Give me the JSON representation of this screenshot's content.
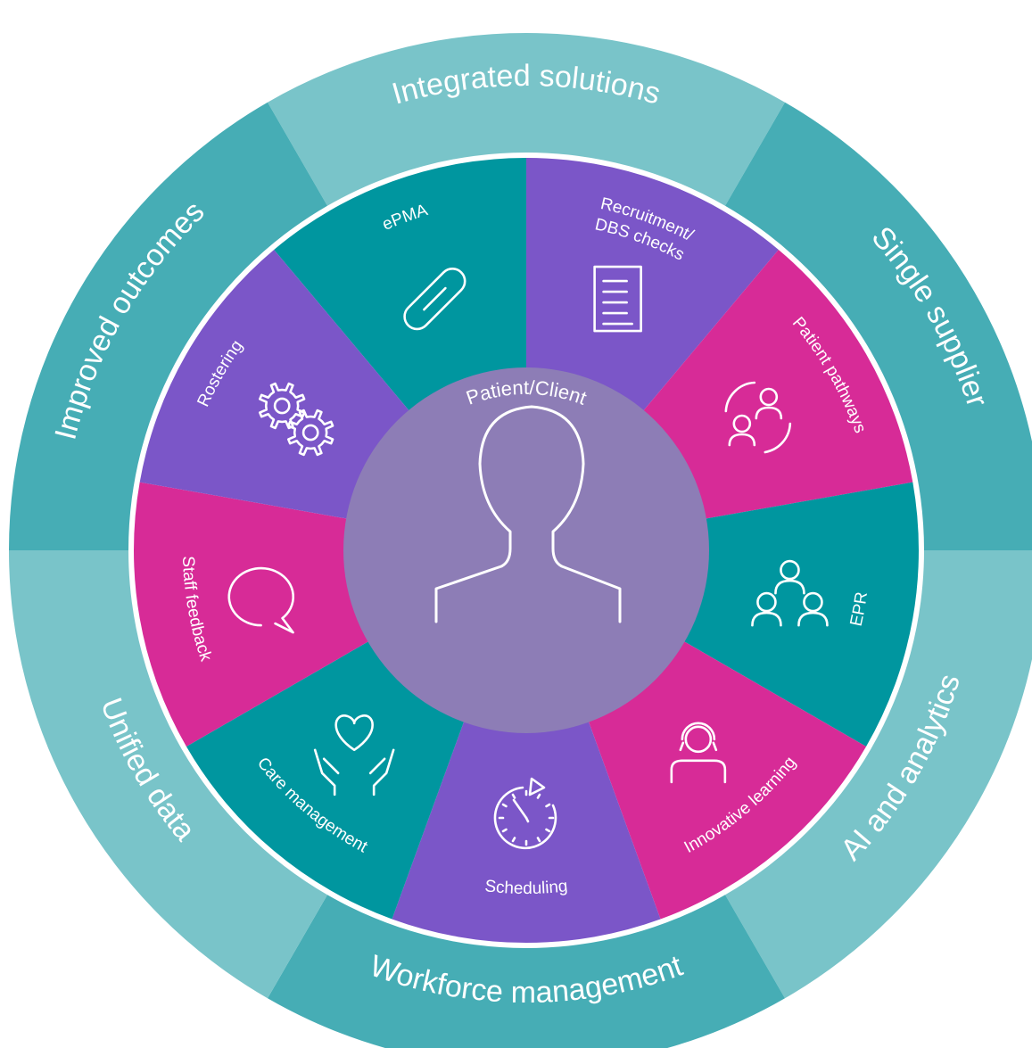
{
  "colors": {
    "teal_outer": "#46adb5",
    "teal_light": "#79c4c9",
    "teal_dark": "#00969f",
    "purple": "#7b56c8",
    "magenta": "#d72b97",
    "center": "#8d7db6",
    "white": "#ffffff"
  },
  "outer_ring": [
    {
      "label": "Integrated solutions",
      "shade": "light"
    },
    {
      "label": "Single supplier",
      "shade": "dark"
    },
    {
      "label": "AI and analytics",
      "shade": "light"
    },
    {
      "label": "Workforce management",
      "shade": "dark"
    },
    {
      "label": "Unified data",
      "shade": "light"
    },
    {
      "label": "Improved outcomes",
      "shade": "dark"
    }
  ],
  "segments": [
    {
      "label": "ePMA",
      "lines": [
        "ePMA"
      ],
      "color": "teal",
      "icon": "capsule-icon"
    },
    {
      "label": "Recruitment/ DBS checks",
      "lines": [
        "Recruitment/",
        "DBS checks"
      ],
      "color": "purple",
      "icon": "document-checklist-icon"
    },
    {
      "label": "Patient pathways",
      "lines": [
        "Patient pathways"
      ],
      "color": "magenta",
      "icon": "patient-cycle-icon"
    },
    {
      "label": "EPR",
      "lines": [
        "EPR"
      ],
      "color": "teal",
      "icon": "people-hierarchy-icon"
    },
    {
      "label": "Innovative learning",
      "lines": [
        "Innovative learning"
      ],
      "color": "magenta",
      "icon": "headset-person-icon"
    },
    {
      "label": "Scheduling",
      "lines": [
        "Scheduling"
      ],
      "color": "purple",
      "icon": "clock-icon"
    },
    {
      "label": "Care management",
      "lines": [
        "Care management"
      ],
      "color": "teal",
      "icon": "heart-hands-icon"
    },
    {
      "label": "Staff feedback",
      "lines": [
        "Staff feedback"
      ],
      "color": "magenta",
      "icon": "speech-bubble-icon"
    },
    {
      "label": "Rostering",
      "lines": [
        "Rostering"
      ],
      "color": "purple",
      "icon": "gears-icon"
    }
  ],
  "center": {
    "label": "Patient/Client",
    "icon": "person-icon"
  }
}
